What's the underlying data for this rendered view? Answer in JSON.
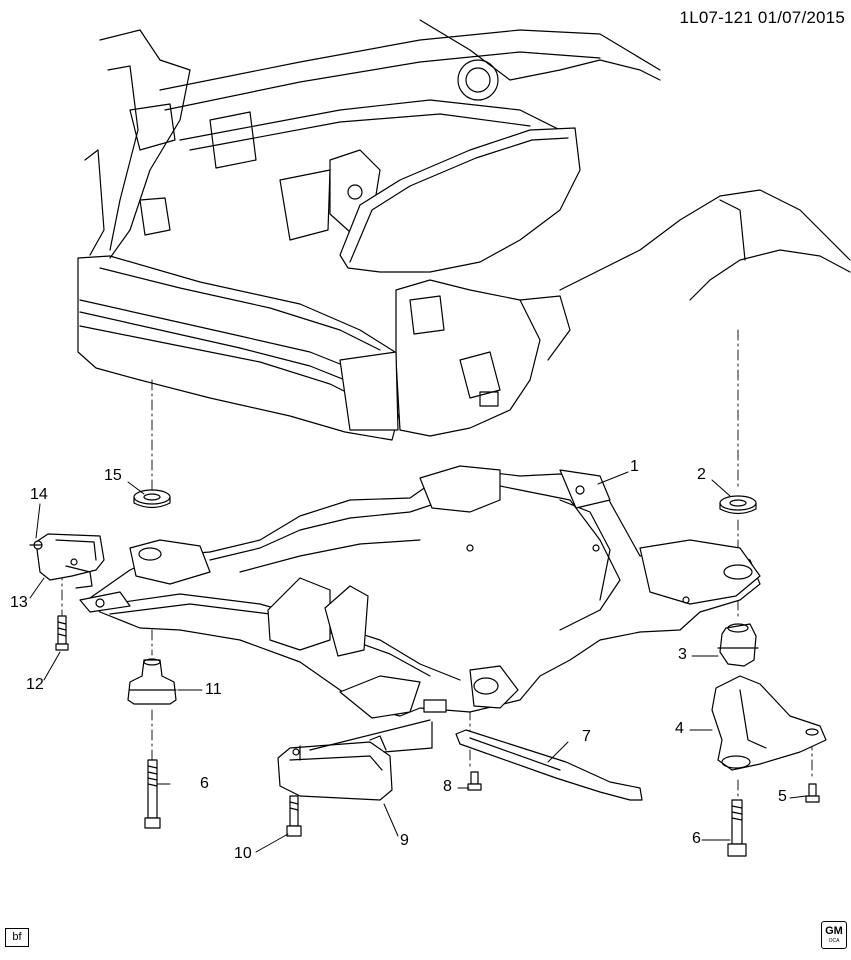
{
  "diagram": {
    "reference_code": "1L07-121  01/07/2015",
    "corner_tag": "bf",
    "logo": {
      "main": "GM",
      "sub": "OCA"
    },
    "callouts": [
      "1",
      "2",
      "3",
      "4",
      "5",
      "6",
      "7",
      "8",
      "9",
      "10",
      "11",
      "12",
      "13",
      "14",
      "15",
      "6"
    ]
  },
  "colors": {
    "line": "#000000",
    "background": "#ffffff",
    "fill": "#ffffff"
  }
}
